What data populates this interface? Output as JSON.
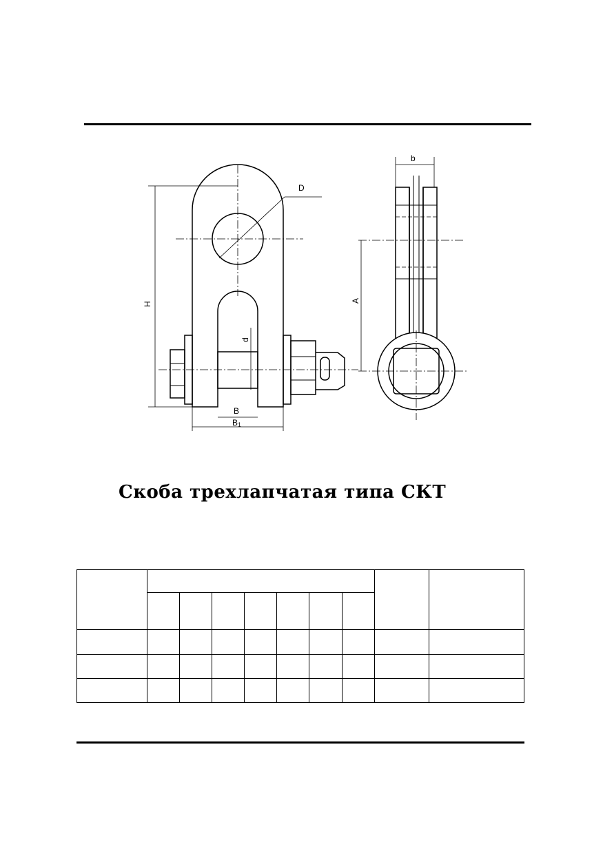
{
  "drawing": {
    "dim_labels": {
      "D": "D",
      "H": "H",
      "d": "d",
      "B": "B",
      "B1": "B",
      "B1_sub": "1",
      "b": "b",
      "A": "A"
    }
  },
  "title": "Скоба трехлапчатая типа СКТ",
  "table": {
    "rows": [
      [
        "",
        "",
        "",
        "",
        "",
        "",
        "",
        "",
        ""
      ],
      [
        "",
        "",
        "",
        "",
        "",
        "",
        "",
        "",
        ""
      ],
      [
        "",
        "",
        "",
        "",
        "",
        "",
        "",
        "",
        ""
      ]
    ]
  }
}
